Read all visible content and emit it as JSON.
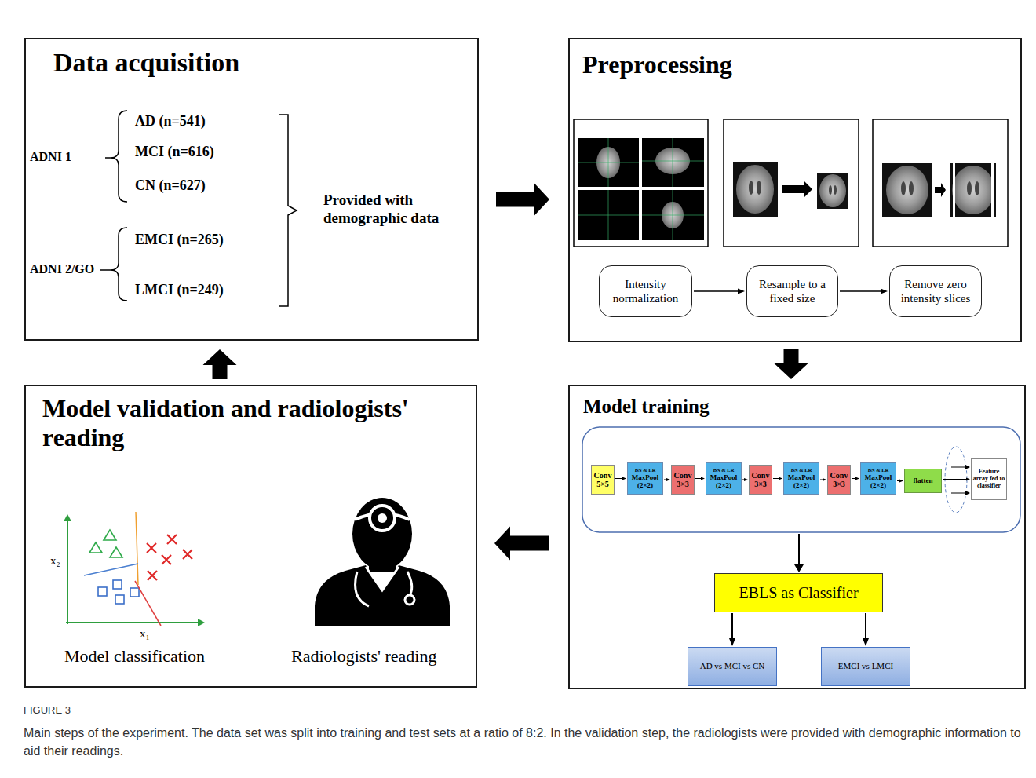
{
  "diagram": {
    "caption": "Main steps of the experiment. The data set was split into training and test sets at a ratio of 8:2. In the validation step, the radiologists were provided with demographic information to aid their readings.",
    "nodes": [
      {
        "text": [
          "Data acquisition"
        ]
      },
      {
        "text": [
          "Preprocessing"
        ]
      },
      {
        "text": [
          "Intensity normalization"
        ],
        "in": 1
      },
      {
        "text": [
          "Resample to a fixed size"
        ],
        "in": 1
      },
      {
        "text": [
          "Remove zero intensity slices"
        ],
        "in": 1
      },
      {
        "text": [
          "Model validation and radiologists' reading"
        ]
      },
      {
        "text": [
          "Model training"
        ]
      },
      {
        "text": [
          "Conv 5×5"
        ],
        "in": 6
      },
      {
        "text": [
          "BN & LR",
          "MaxPool (2×2)"
        ],
        "in": 6
      },
      {
        "text": [
          "Conv 3×3"
        ],
        "in": 6
      },
      {
        "text": [
          "BN & LR",
          "MaxPool (2×2)"
        ],
        "in": 6
      },
      {
        "text": [
          "Conv 3×3"
        ],
        "in": 6
      },
      {
        "text": [
          "BN & LR",
          "MaxPool (2×2)"
        ],
        "in": 6
      },
      {
        "text": [
          "Conv 3×3"
        ],
        "in": 6
      },
      {
        "text": [
          "BN & LR",
          "MaxPool (2×2)"
        ],
        "in": 6
      },
      {
        "text": [
          "flatten"
        ],
        "in": 6
      },
      {
        "text": [
          "Feature array fed to classifier"
        ],
        "in": 6
      },
      {
        "text": [
          "EBLS as Classifier"
        ],
        "in": 6
      },
      {
        "text": [
          "AD vs MCI vs CN"
        ],
        "in": 6
      },
      {
        "text": [
          "EMCI vs LMCI"
        ],
        "in": 6
      }
    ],
    "edges": [
      {
        "from": 0,
        "to": 1,
        "arrow": "to"
      },
      {
        "from": 1,
        "to": 6,
        "arrow": "to"
      },
      {
        "from": 6,
        "to": 5,
        "arrow": "to"
      },
      {
        "from": 5,
        "to": 0,
        "arrow": "to"
      },
      {
        "from": 2,
        "to": 3,
        "arrow": "to"
      },
      {
        "from": 3,
        "to": 4,
        "arrow": "to"
      },
      {
        "from": 7,
        "to": 8,
        "arrow": "to"
      },
      {
        "from": 8,
        "to": 9,
        "arrow": "to"
      },
      {
        "from": 9,
        "to": 10,
        "arrow": "to"
      },
      {
        "from": 10,
        "to": 11,
        "arrow": "to"
      },
      {
        "from": 11,
        "to": 12,
        "arrow": "to"
      },
      {
        "from": 12,
        "to": 13,
        "arrow": "to"
      },
      {
        "from": 13,
        "to": 14,
        "arrow": "to"
      },
      {
        "from": 14,
        "to": 15,
        "arrow": "to"
      },
      {
        "from": 15,
        "to": 16,
        "arrow": "to"
      },
      {
        "from": 17,
        "to": 18,
        "arrow": "to"
      },
      {
        "from": 17,
        "to": 19,
        "arrow": "to"
      }
    ],
    "labels": [
      "ADNI 1",
      "AD (n=541)",
      "MCI (n=616)",
      "CN (n=627)",
      "ADNI 2/GO",
      "EMCI (n=265)",
      "LMCI (n=249)",
      "Provided with demographic data",
      "x₂",
      "x₁",
      "Model classification",
      "Radiologists' reading",
      "FIGURE 3"
    ]
  }
}
